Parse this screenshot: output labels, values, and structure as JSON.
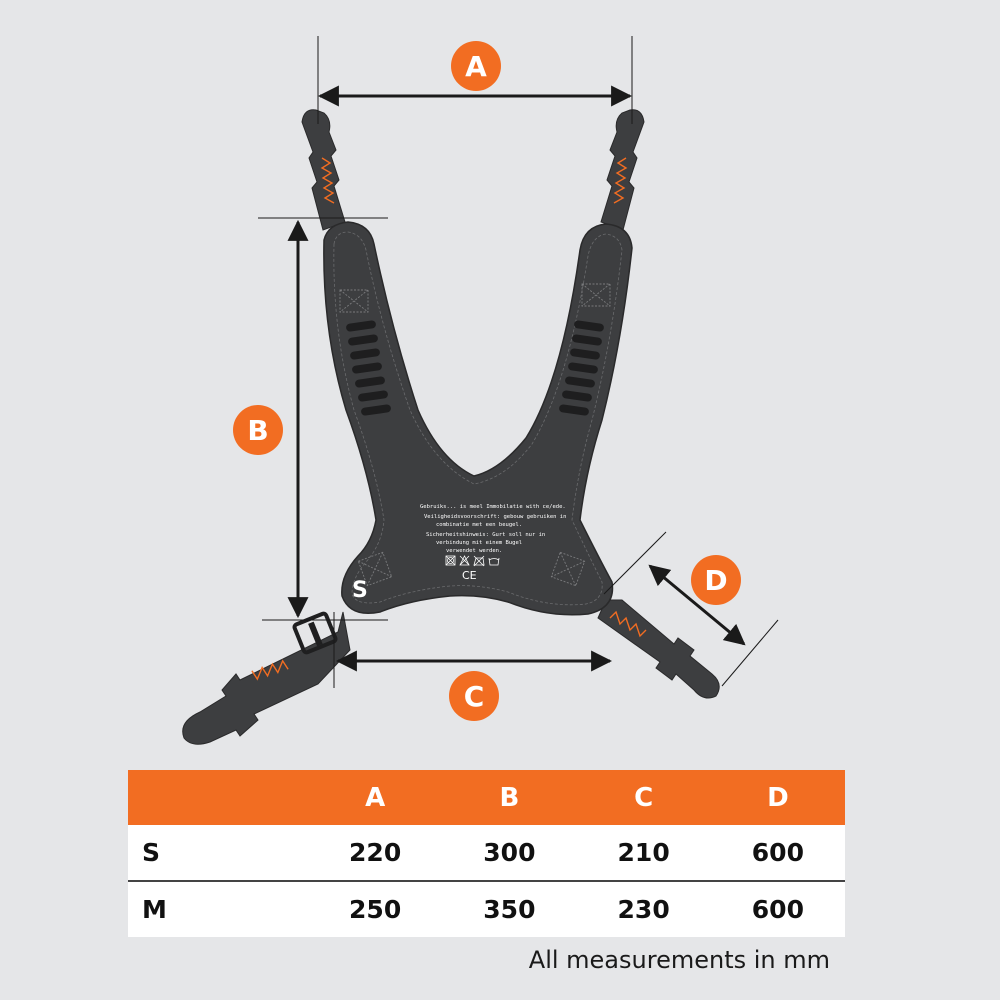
{
  "diagram": {
    "dimensions": [
      "A",
      "B",
      "C",
      "D"
    ],
    "size_marker": "S",
    "label_lines": [
      "Gebruiks... is meel Immobilatie with ce/ede.",
      "Veiligheidsvoorschrift: gebouw gebruiken in",
      "combinatie met een beugel.",
      "Sicherheitshinweis: Gurt soll nur in",
      "verbindung mit einem Bugel",
      "verwendet werden."
    ],
    "ce_mark": "CE",
    "accent_color": "#f26d22",
    "strap_color": "#3d3e40",
    "dim_line_color": "#1a1a1a",
    "icons": [
      "wash-symbol-icon",
      "no-tumble-dry-icon",
      "no-bleach-icon",
      "no-iron-icon"
    ]
  },
  "table": {
    "headers": [
      "",
      "A",
      "B",
      "C",
      "D"
    ],
    "rows": [
      {
        "size": "S",
        "values": [
          "220",
          "300",
          "210",
          "600"
        ]
      },
      {
        "size": "M",
        "values": [
          "250",
          "350",
          "230",
          "600"
        ]
      }
    ]
  },
  "note": "All measurements in mm"
}
